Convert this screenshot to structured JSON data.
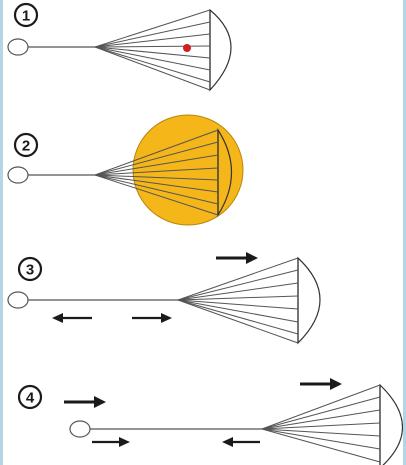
{
  "steps": [
    {
      "number": "1",
      "fill": "#ffffff",
      "marker_color": "#cc2222"
    },
    {
      "number": "2",
      "fill": "#f5b61a"
    },
    {
      "number": "3",
      "fill": "#ffffff"
    },
    {
      "number": "4",
      "fill": "#ffffff"
    }
  ],
  "colors": {
    "background": "#b2d6e6",
    "panel": "#ffffff",
    "stroke": "#1a1a1a",
    "line": "#555555"
  },
  "icons": {
    "arrow": "arrow-right-left-icon",
    "tow-ring": "ring-icon"
  }
}
